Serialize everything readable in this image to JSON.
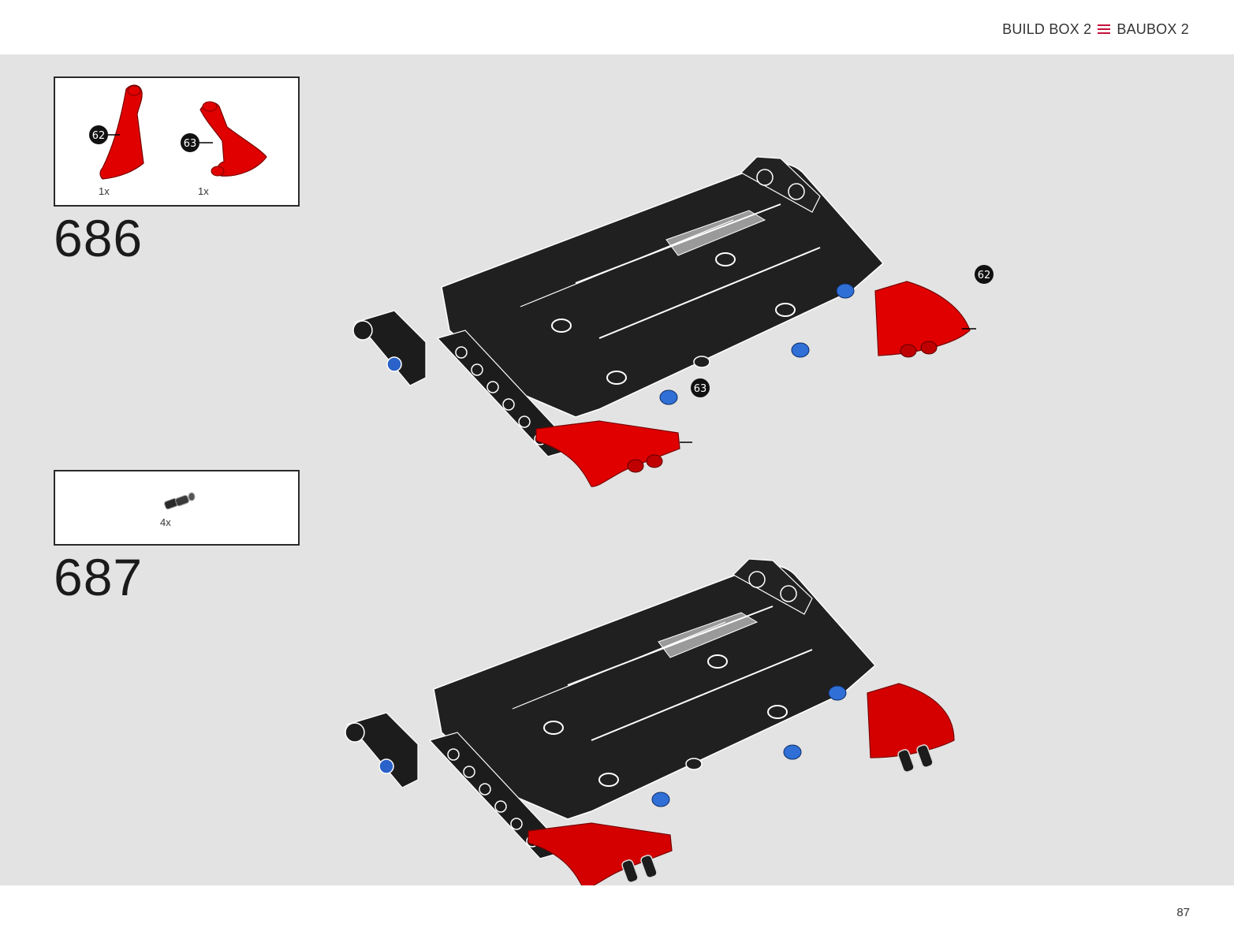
{
  "header": {
    "left_label": "BUILD BOX 2",
    "right_label": "BAUBOX 2",
    "separator_icon": "triple-bar-icon",
    "accent_color": "#c8103a"
  },
  "steps": [
    {
      "number": "686",
      "parts": [
        {
          "callout": "62",
          "qty": "1x",
          "color": "#e00000"
        },
        {
          "callout": "63",
          "qty": "1x",
          "color": "#e00000"
        }
      ],
      "callouts": [
        "62",
        "63"
      ]
    },
    {
      "number": "687",
      "parts": [
        {
          "qty": "4x"
        }
      ]
    }
  ],
  "footer": {
    "page_number": "87"
  }
}
